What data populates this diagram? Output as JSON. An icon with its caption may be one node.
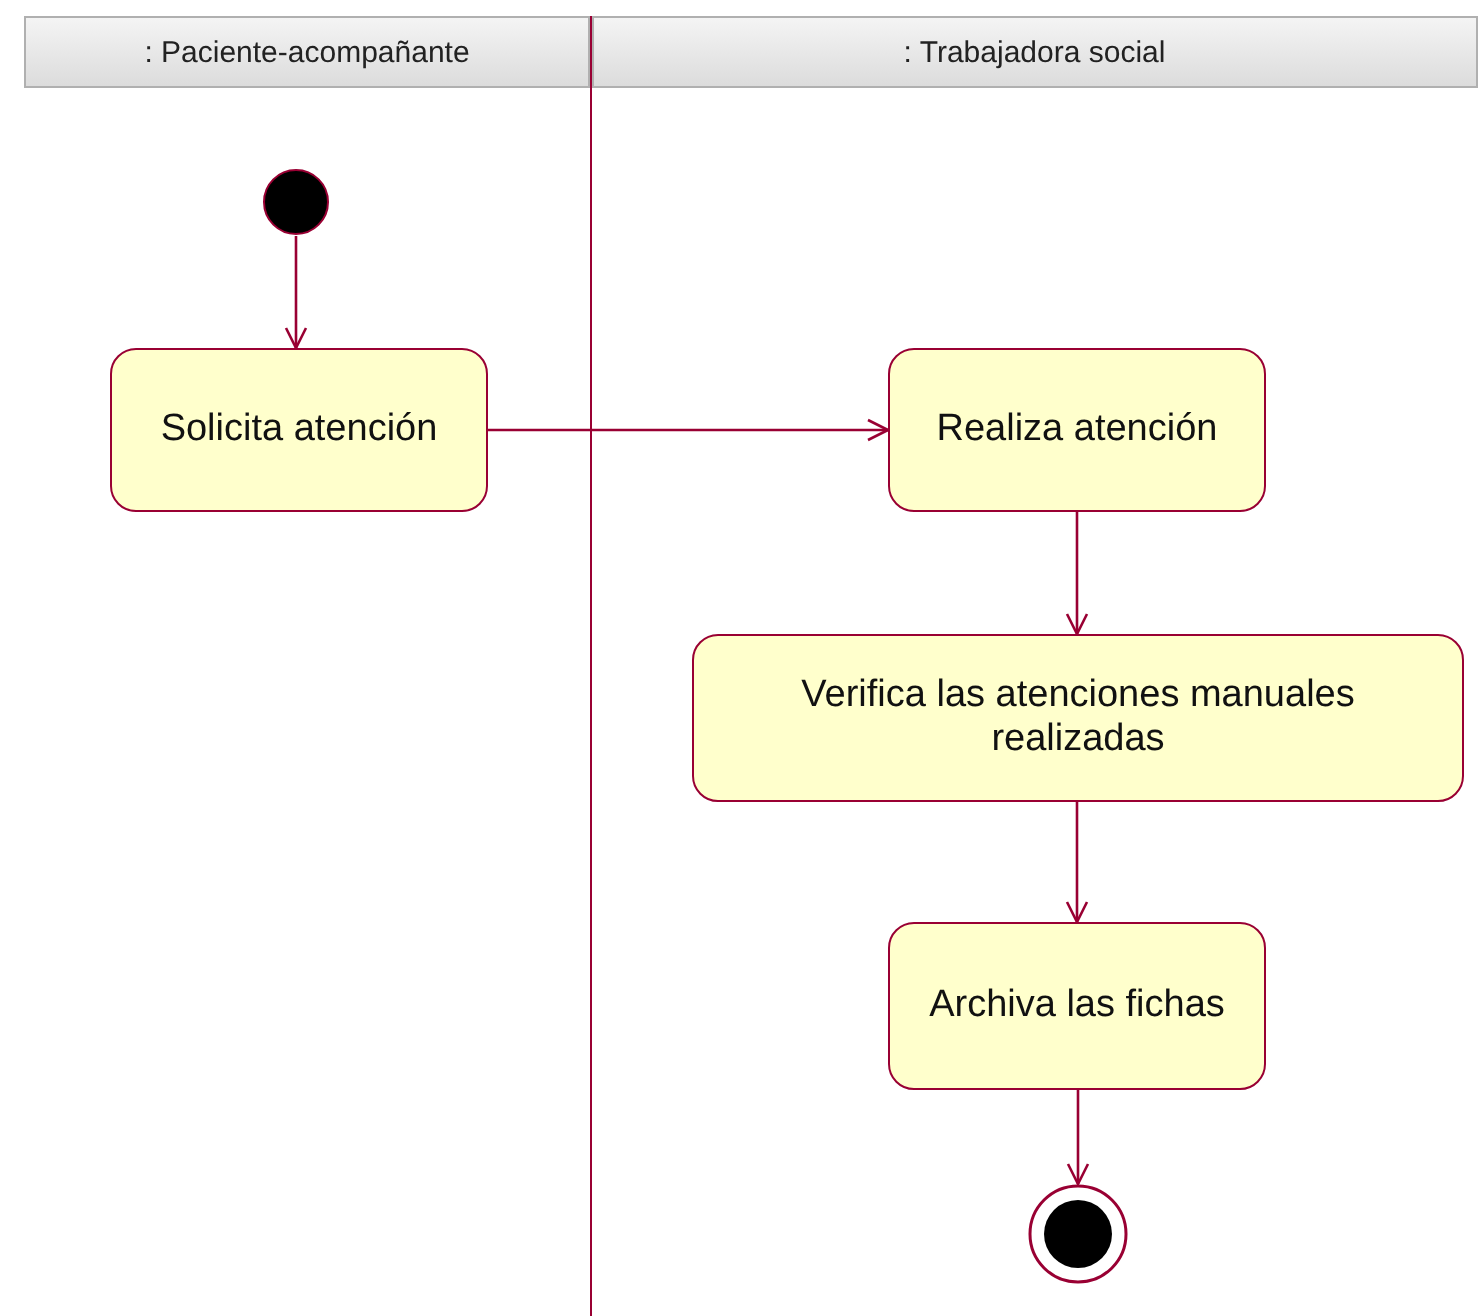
{
  "diagram": {
    "nodes": [
      {
        "text": [
          ": Paciente-acompañante"
        ]
      },
      {
        "text": [
          ": Trabajadora social"
        ]
      },
      {
        "text": [],
        "shape": "circle",
        "in": 0
      },
      {
        "text": [
          "Solicita atención"
        ],
        "in": 0
      },
      {
        "text": [
          "Realiza atención"
        ],
        "in": 1
      },
      {
        "text": [
          "Verifica las atenciones manuales realizadas"
        ],
        "in": 1
      },
      {
        "text": [
          "Archiva las fichas"
        ],
        "in": 1
      },
      {
        "text": [],
        "shape": "bullseye",
        "in": 1
      }
    ],
    "edges": [
      {
        "from": 2,
        "to": 3,
        "arrow": "to"
      },
      {
        "from": 3,
        "to": 4,
        "arrow": "to"
      },
      {
        "from": 4,
        "to": 5,
        "arrow": "to"
      },
      {
        "from": 5,
        "to": 6,
        "arrow": "to"
      },
      {
        "from": 6,
        "to": 7,
        "arrow": "to"
      }
    ]
  }
}
